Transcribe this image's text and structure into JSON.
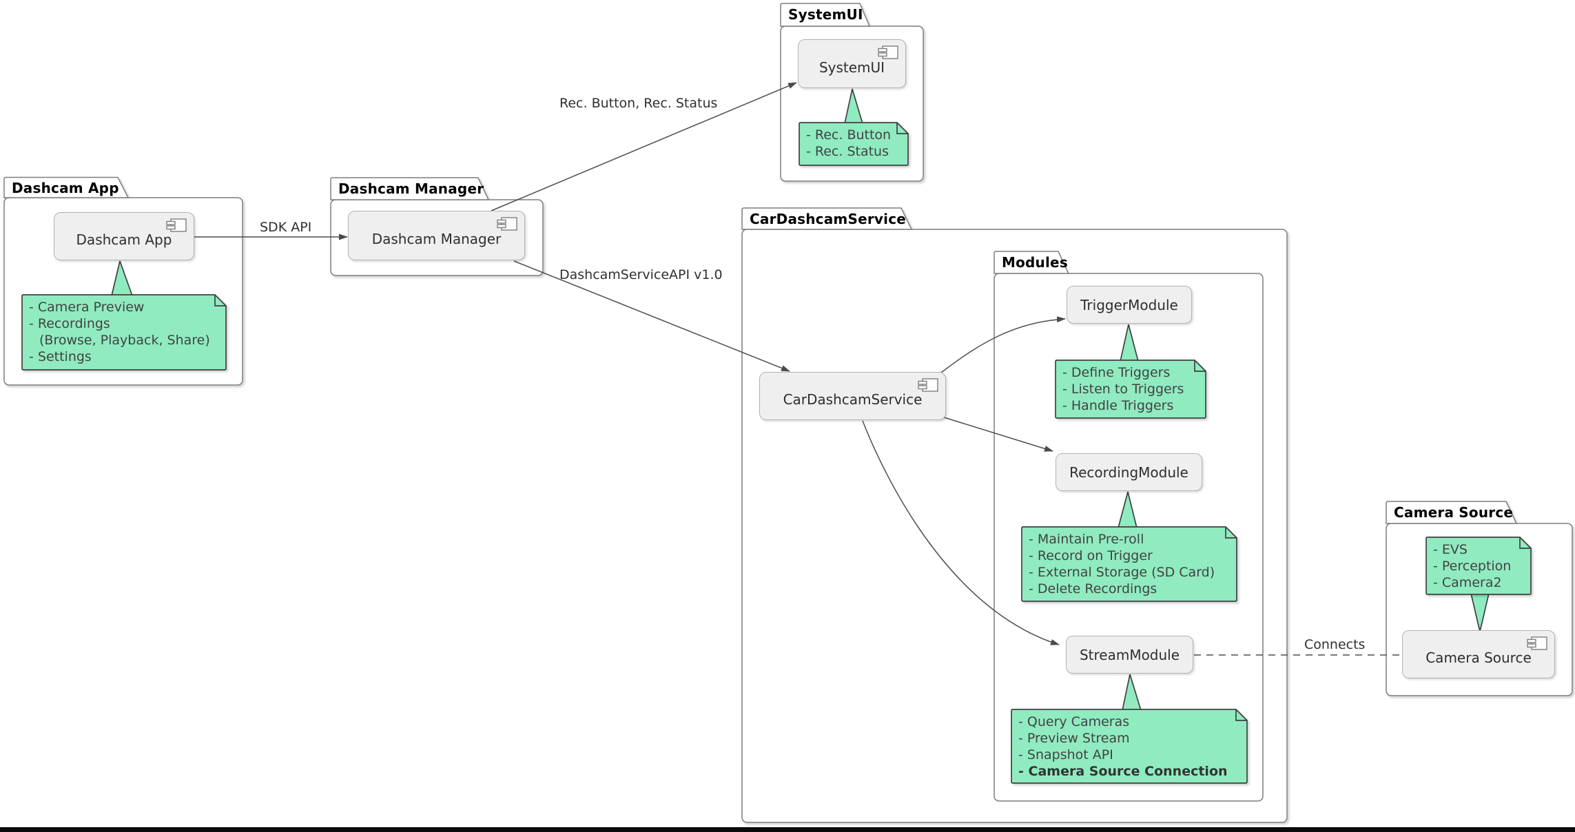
{
  "diagram": {
    "kind": "UML component diagram",
    "packages": [
      {
        "title": "Dashcam App"
      },
      {
        "title": "Dashcam Manager"
      },
      {
        "title": "SystemUI"
      },
      {
        "title": "CarDashcamService"
      },
      {
        "title": "Modules"
      },
      {
        "title": "Camera Source"
      }
    ],
    "components": [
      {
        "label": "Dashcam App"
      },
      {
        "label": "Dashcam Manager"
      },
      {
        "label": "SystemUI"
      },
      {
        "label": "CarDashcamService"
      },
      {
        "label": "TriggerModule"
      },
      {
        "label": "RecordingModule"
      },
      {
        "label": "StreamModule"
      },
      {
        "label": "Camera Source"
      }
    ],
    "notes": [
      {
        "lines": [
          "- Camera Preview",
          "- Recordings",
          "(Browse, Playback, Share)",
          "- Settings"
        ]
      },
      {
        "lines": [
          "- Rec. Button",
          "- Rec. Status"
        ]
      },
      {
        "lines": [
          "- Define Triggers",
          "- Listen to Triggers",
          "- Handle Triggers"
        ]
      },
      {
        "lines": [
          "- Maintain Pre-roll",
          "- Record on Trigger",
          "- External Storage (SD Card)",
          "- Delete Recordings"
        ]
      },
      {
        "lines": [
          "- Query Cameras",
          "- Preview Stream",
          "- Snapshot API",
          "- Camera Source Connection"
        ]
      },
      {
        "lines": [
          "- EVS",
          "- Perception",
          "- Camera2"
        ]
      }
    ],
    "edges": [
      {
        "label": "SDK API"
      },
      {
        "label": "Rec. Button, Rec. Status"
      },
      {
        "label": "DashcamServiceAPI v1.0"
      },
      {
        "label": "Connects"
      }
    ],
    "colors": {
      "note_fill": "#90EBC1",
      "note_border": "#3F3F3F",
      "component_fill": "#EFEFEF",
      "component_border": "#B3B3B3",
      "package_border": "#7D7D7D",
      "connector": "#4B4B4B",
      "background": "#FFFFFF",
      "bottom_bar": "#0A0A0A"
    }
  }
}
